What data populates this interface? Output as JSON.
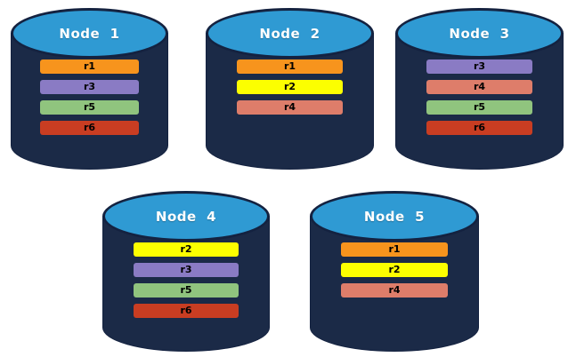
{
  "diagram": {
    "colors": {
      "cylinder_top": "#2f9ad3",
      "cylinder_body": "#1b2a47",
      "cylinder_outline": "#142240",
      "r1": "#f7941d",
      "r2": "#fcff00",
      "r3": "#8a7bc4",
      "r4": "#de7d6a",
      "r5": "#90c47e",
      "r6": "#c93d22"
    },
    "nodes": [
      {
        "title": "Node  1",
        "bars": [
          {
            "label": "r1",
            "color": "#f7941d"
          },
          {
            "label": "r3",
            "color": "#8a7bc4"
          },
          {
            "label": "r5",
            "color": "#90c47e"
          },
          {
            "label": "r6",
            "color": "#c93d22"
          }
        ]
      },
      {
        "title": "Node  2",
        "bars": [
          {
            "label": "r1",
            "color": "#f7941d"
          },
          {
            "label": "r2",
            "color": "#fcff00"
          },
          {
            "label": "r4",
            "color": "#de7d6a"
          }
        ]
      },
      {
        "title": "Node  3",
        "bars": [
          {
            "label": "r3",
            "color": "#8a7bc4"
          },
          {
            "label": "r4",
            "color": "#de7d6a"
          },
          {
            "label": "r5",
            "color": "#90c47e"
          },
          {
            "label": "r6",
            "color": "#c93d22"
          }
        ]
      },
      {
        "title": "Node  4",
        "bars": [
          {
            "label": "r2",
            "color": "#fcff00"
          },
          {
            "label": "r3",
            "color": "#8a7bc4"
          },
          {
            "label": "r5",
            "color": "#90c47e"
          },
          {
            "label": "r6",
            "color": "#c93d22"
          }
        ]
      },
      {
        "title": "Node  5",
        "bars": [
          {
            "label": "r1",
            "color": "#f7941d"
          },
          {
            "label": "r2",
            "color": "#fcff00"
          },
          {
            "label": "r4",
            "color": "#de7d6a"
          }
        ]
      }
    ]
  }
}
